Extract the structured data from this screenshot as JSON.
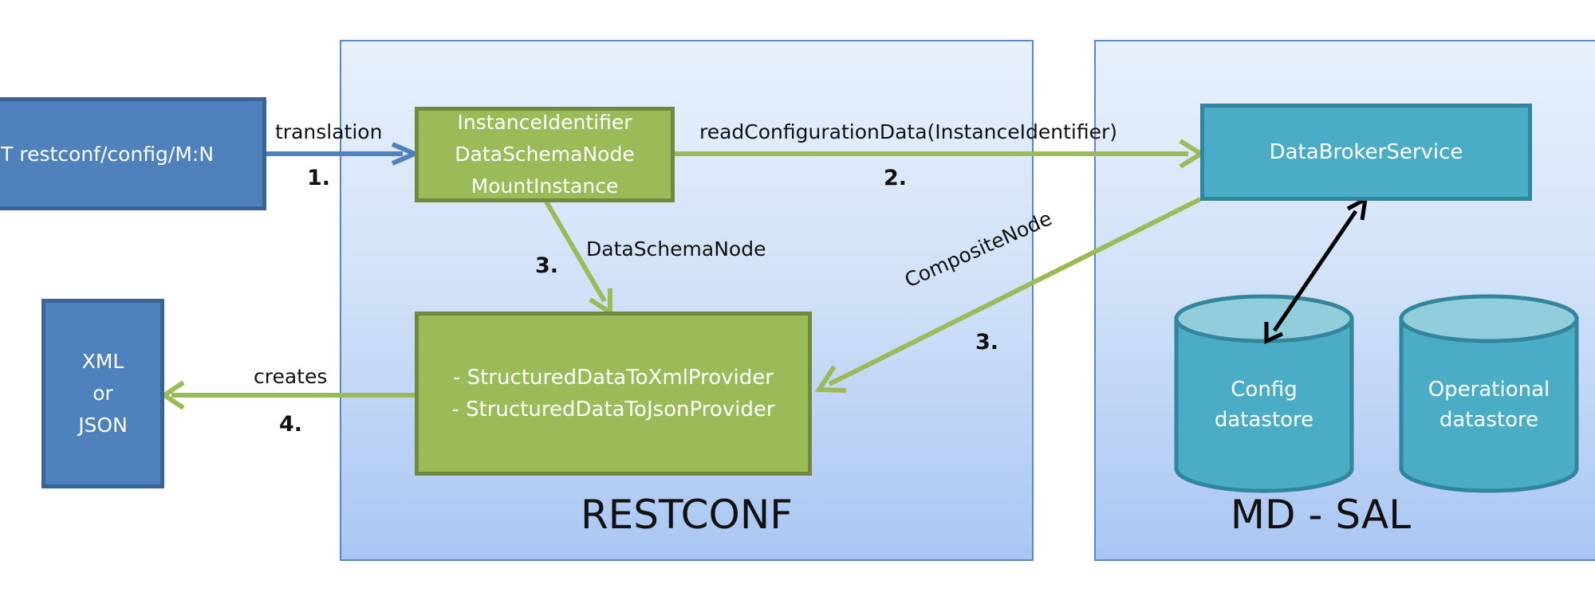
{
  "panels": {
    "restconf": "RESTCONF",
    "mdsal": "MD - SAL"
  },
  "boxes": {
    "request": "GET restconf/config/M:N",
    "instance": [
      "InstanceIdentifier",
      "DataSchemaNode",
      "MountInstance"
    ],
    "providers": [
      "- StructuredDataToXmlProvider",
      "- StructuredDataToJsonProvider"
    ],
    "output": [
      "XML",
      "or",
      "JSON"
    ],
    "databroker": "DataBrokerService"
  },
  "datastores": {
    "config": [
      "Config",
      "datastore"
    ],
    "operational": [
      "Operational",
      "datastore"
    ]
  },
  "edges": {
    "translation": "translation",
    "read": "readConfigurationData(InstanceIdentifier)",
    "schema": "DataSchemaNode",
    "composite": "CompositeNode",
    "creates": "creates"
  },
  "steps": {
    "s1": "1.",
    "s2": "2.",
    "s3a": "3.",
    "s3b": "3.",
    "s4": "4."
  },
  "colors": {
    "blue": "#4f81bd",
    "green": "#9bbb59",
    "teal": "#4bacc6",
    "arrow_green": "#9bbb59",
    "arrow_blue": "#4f81bd"
  }
}
